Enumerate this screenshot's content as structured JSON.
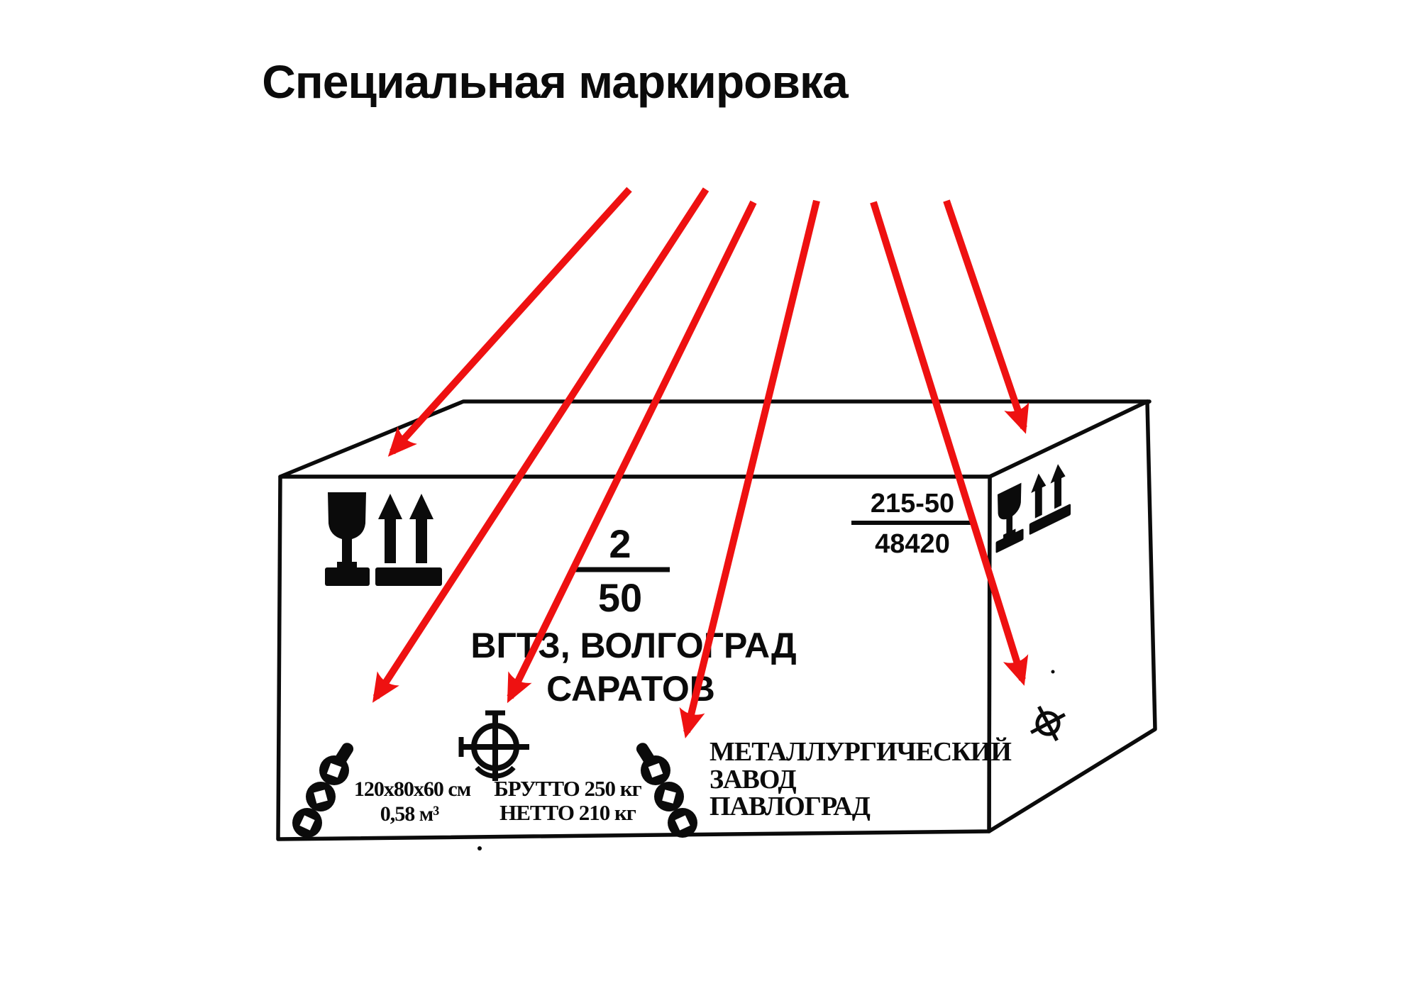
{
  "title": "Специальная маркировка",
  "colors": {
    "arrow-red": "#ee1111",
    "ink": "#0b0b0b",
    "bg": "#ffffff"
  },
  "box": {
    "front": {
      "package_number": "2",
      "packages_total": "50",
      "destination_line1": "ВГТЗ, ВОЛГОГРАД",
      "destination_line2": "САРАТОВ",
      "shipment_number": "215-50",
      "package_id": "48420",
      "dimensions": "120х80х60 см",
      "volume": "0,58 м³",
      "gross_weight": "БРУТТО 250 кг",
      "net_weight": "НЕТТО 210 кг",
      "sender_line1": "МЕТАЛЛУРГИЧЕСКИЙ",
      "sender_line2": "ЗАВОД",
      "sender_line3": "ПАВЛОГРАД"
    }
  },
  "icons": {
    "fragile": "wine-glass",
    "this_way_up": "two-up-arrows-on-bar",
    "center_of_gravity": "circle-with-crosshair",
    "sling_here": "chain-links",
    "callout": "red-arrow"
  }
}
